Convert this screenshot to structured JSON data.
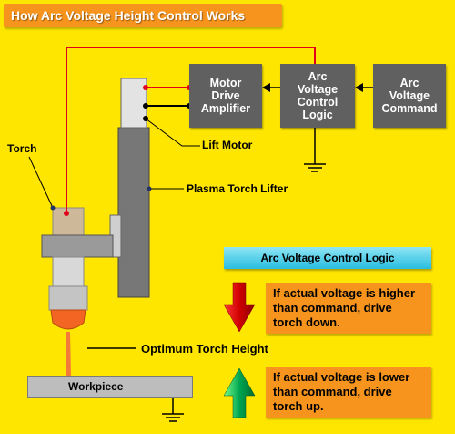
{
  "title": "How Arc Voltage Height Control Works",
  "blocks": {
    "motor": "Motor\nDrive\nAmplifier",
    "logic": "Arc\nVoltage\nControl\nLogic",
    "command": "Arc\nVoltage\nCommand"
  },
  "labels": {
    "torch": "Torch",
    "lift_motor": "Lift Motor",
    "lifter": "Plasma Torch Lifter",
    "optimum": "Optimum Torch Height",
    "workpiece": "Workpiece"
  },
  "logic_panel": {
    "header": "Arc Voltage Control Logic",
    "rule_down": "If actual voltage is higher than command, drive torch down.",
    "rule_up": "If actual voltage is lower than command, drive torch up."
  },
  "colors": {
    "background": "#FFE600",
    "title_bg": "#F7941D",
    "block": "#606060",
    "wire_red": "#E0001B",
    "arrow_down": "#D00000",
    "arrow_up": "#00A651"
  },
  "icons": [
    "red-down-arrow-icon",
    "green-up-arrow-icon",
    "ground-icon"
  ]
}
